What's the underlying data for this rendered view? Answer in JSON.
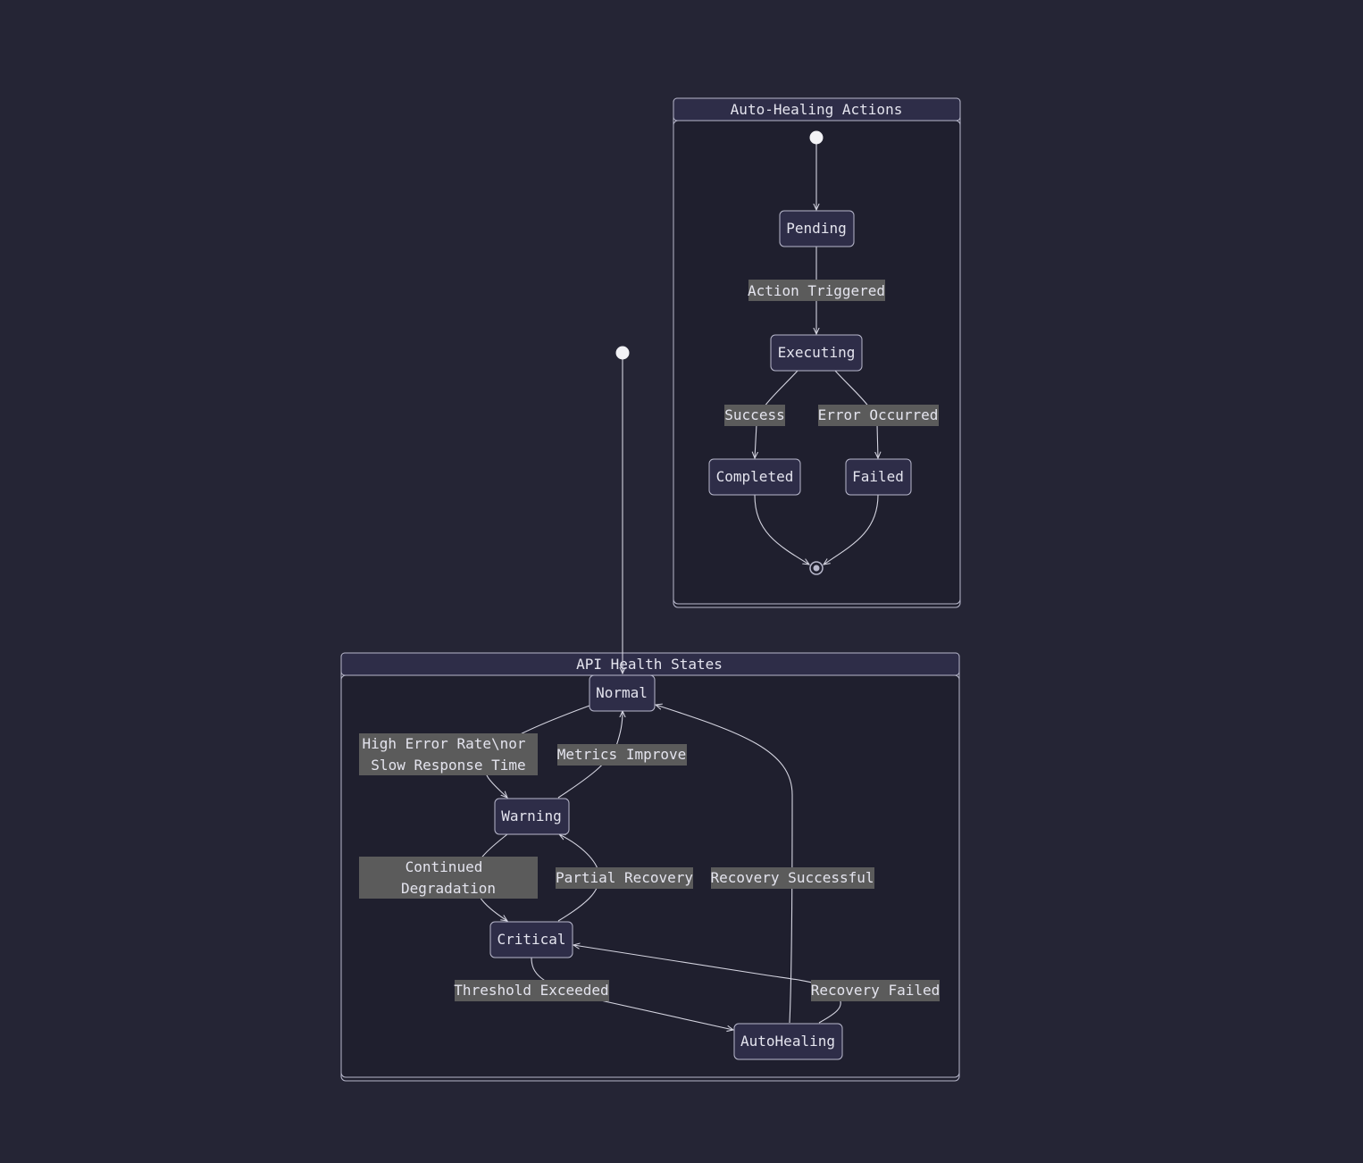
{
  "clusters": {
    "auto_healing": {
      "title": "Auto-Healing Actions"
    },
    "api_health": {
      "title": "API Health States"
    }
  },
  "states": {
    "pending": "Pending",
    "executing": "Executing",
    "completed": "Completed",
    "failed": "Failed",
    "normal": "Normal",
    "warning": "Warning",
    "critical": "Critical",
    "autohealing": "AutoHealing"
  },
  "transitions": {
    "action_triggered": "Action Triggered",
    "success": "Success",
    "error_occurred": "Error Occurred",
    "high_error_rate_l1": "High Error Rate\\nor",
    "high_error_rate_l2": "Slow Response Time",
    "metrics_improve": "Metrics Improve",
    "continued_degradation_l1": "Continued",
    "continued_degradation_l2": "Degradation",
    "partial_recovery": "Partial Recovery",
    "recovery_successful": "Recovery Successful",
    "threshold_exceeded": "Threshold Exceeded",
    "recovery_failed": "Recovery Failed"
  },
  "colors": {
    "background": "#252535",
    "cluster_fill": "#1f1f2e",
    "node_fill": "#2e2d48",
    "border": "#b8b8cc",
    "edge_label_bg": "#5b5b5b",
    "text": "#e4e4ee"
  }
}
